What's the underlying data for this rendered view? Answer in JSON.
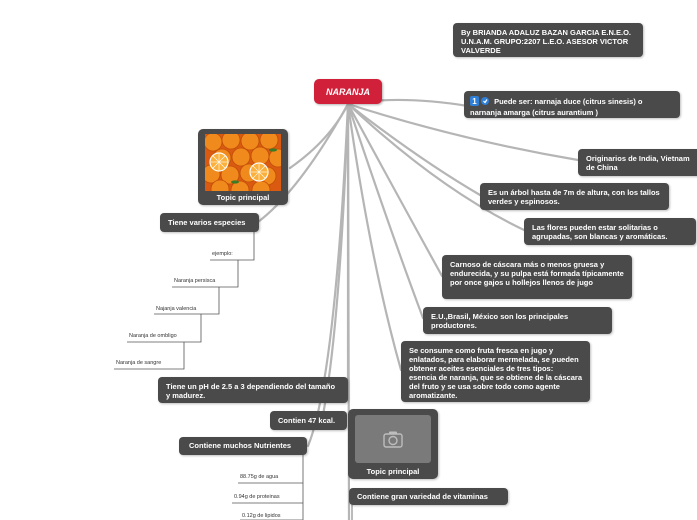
{
  "central": {
    "label": "NARANJA"
  },
  "author": "By BRIANDA ADALUZ BAZAN GARCIA E.N.E.O. U.N.A.M. GRUPO:2207 L.E.O. ASESOR VICTOR VALVERDE",
  "right_nodes": [
    "Puede ser: narnaja duce (citrus sinesis) o narnanja amarga (citrus aurantium )",
    "Originarios de India, Vietnam de China",
    "Es un árbol hasta de 7m de altura, con los tallos verdes y espinosos.",
    "Las flores pueden estar solitarias o agrupadas, son blancas y aromáticas.",
    "Carnoso de cáscara más o menos gruesa y endurecida, y su pulpa está formada típicamente por once gajos u hollejos llenos de jugo",
    "E.U.,Brasil, México son los principales productores.",
    "Se consume como fruta fresca en jugo y enlatados, para elaborar mermelada, se pueden obtener aceites esenciales de tres tipos: esencia de naranja, que se obtiene de la cáscara del fruto y se usa sobre todo como agente aromatizante."
  ],
  "topic_image_1": {
    "label": "Topic principal",
    "icon": "oranges-image"
  },
  "topic_image_2": {
    "label": "Topic principal",
    "icon": "camera-icon"
  },
  "species": {
    "label": "Tiene varios especies",
    "items": [
      "ejemplo:",
      "Naranja persisca",
      "Najanja valencia",
      "Naranja de ombligo",
      "Naranja de sangre"
    ]
  },
  "ph": "Tiene un pH de 2.5 a 3 dependiendo del tamaño y madurez.",
  "kcal": "Contien 47 kcal.",
  "nutrients": {
    "label": "Contiene muchos Nutrientes",
    "items": [
      "88.75g de agua",
      "0.94g de proteinas",
      "0.12g de lipidos"
    ]
  },
  "vitamins": "Contiene gran variedad de vitaminas",
  "colors": {
    "central": "#d1213a",
    "node": "#4a4a4a",
    "line": "#b5b5b5"
  }
}
